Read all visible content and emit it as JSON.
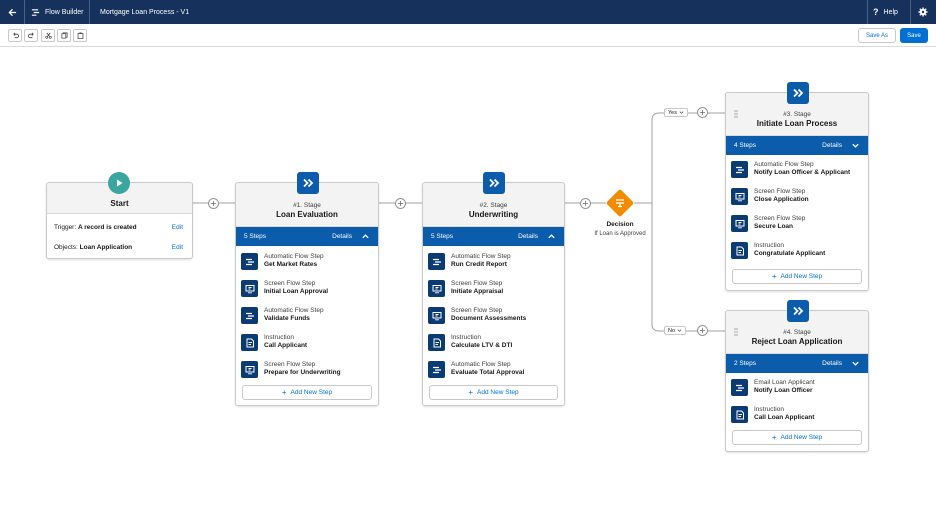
{
  "topbar": {
    "app_name": "Flow Builder",
    "flow_title": "Mortgage Loan Process - V1",
    "help_label": "Help"
  },
  "toolbar": {
    "save_as_label": "Save As",
    "save_label": "Save"
  },
  "start": {
    "title": "Start",
    "trigger_label": "Trigger:",
    "trigger_value": "A record is created",
    "objects_label": "Objects:",
    "objects_value": "Loan Application",
    "edit_label": "Edit"
  },
  "decision": {
    "title": "Decision",
    "subtitle": "If Loan is Approved",
    "yes_label": "Yes",
    "no_label": "No"
  },
  "stages": [
    {
      "number": "#1. Stage",
      "name": "Loan Evaluation",
      "steps_count": "5 Steps",
      "details_label": "Details",
      "add_label": "Add New Step",
      "steps": [
        {
          "type": "Automatic Flow Step",
          "name": "Get Market Rates",
          "icon": "flow-icon"
        },
        {
          "type": "Screen Flow Step",
          "name": "Initial Loan Approval",
          "icon": "screen-icon"
        },
        {
          "type": "Automatic Flow Step",
          "name": "Validate Funds",
          "icon": "flow-icon"
        },
        {
          "type": "Instruction",
          "name": "Call Applicant",
          "icon": "instruction-icon"
        },
        {
          "type": "Screen Flow Step",
          "name": "Prepare for Underwriting",
          "icon": "screen-icon"
        }
      ]
    },
    {
      "number": "#2. Stage",
      "name": "Underwriting",
      "steps_count": "5 Steps",
      "details_label": "Details",
      "add_label": "Add New Step",
      "steps": [
        {
          "type": "Automatic Flow Step",
          "name": "Run Credit Report",
          "icon": "flow-icon"
        },
        {
          "type": "Screen Flow Step",
          "name": "Initiate Appraisal",
          "icon": "screen-icon"
        },
        {
          "type": "Screen Flow Step",
          "name": "Document Assessments",
          "icon": "screen-icon"
        },
        {
          "type": "Instruction",
          "name": "Calculate LTV & DTI",
          "icon": "instruction-icon"
        },
        {
          "type": "Automatic Flow Step",
          "name": "Evaluate Total Approval",
          "icon": "flow-icon"
        }
      ]
    },
    {
      "number": "#3. Stage",
      "name": "Initiate Loan Process",
      "steps_count": "4 Steps",
      "details_label": "Details",
      "add_label": "Add New Step",
      "steps": [
        {
          "type": "Automatic Flow Step",
          "name": "Notify Loan Officer & Applicant",
          "icon": "flow-icon"
        },
        {
          "type": "Screen Flow Step",
          "name": "Close Application",
          "icon": "screen-icon"
        },
        {
          "type": "Screen Flow Step",
          "name": "Secure Loan",
          "icon": "screen-icon"
        },
        {
          "type": "Instruction",
          "name": "Congratulate Applicant",
          "icon": "instruction-icon"
        }
      ]
    },
    {
      "number": "#4. Stage",
      "name": "Reject Loan Application",
      "steps_count": "2 Steps",
      "details_label": "Details",
      "add_label": "Add New Step",
      "steps": [
        {
          "type": "Email Loan Applicant",
          "name": "Notify Loan Officer",
          "icon": "flow-icon"
        },
        {
          "type": "Instruction",
          "name": "Call Loan Applicant",
          "icon": "instruction-icon"
        }
      ]
    }
  ],
  "colors": {
    "header": "#16325c",
    "brand": "#0070d2",
    "stage_bar": "#0b5cab",
    "step_icon": "#0b3b73",
    "start_icon": "#3ba5a0",
    "decision": "#f38b00"
  }
}
